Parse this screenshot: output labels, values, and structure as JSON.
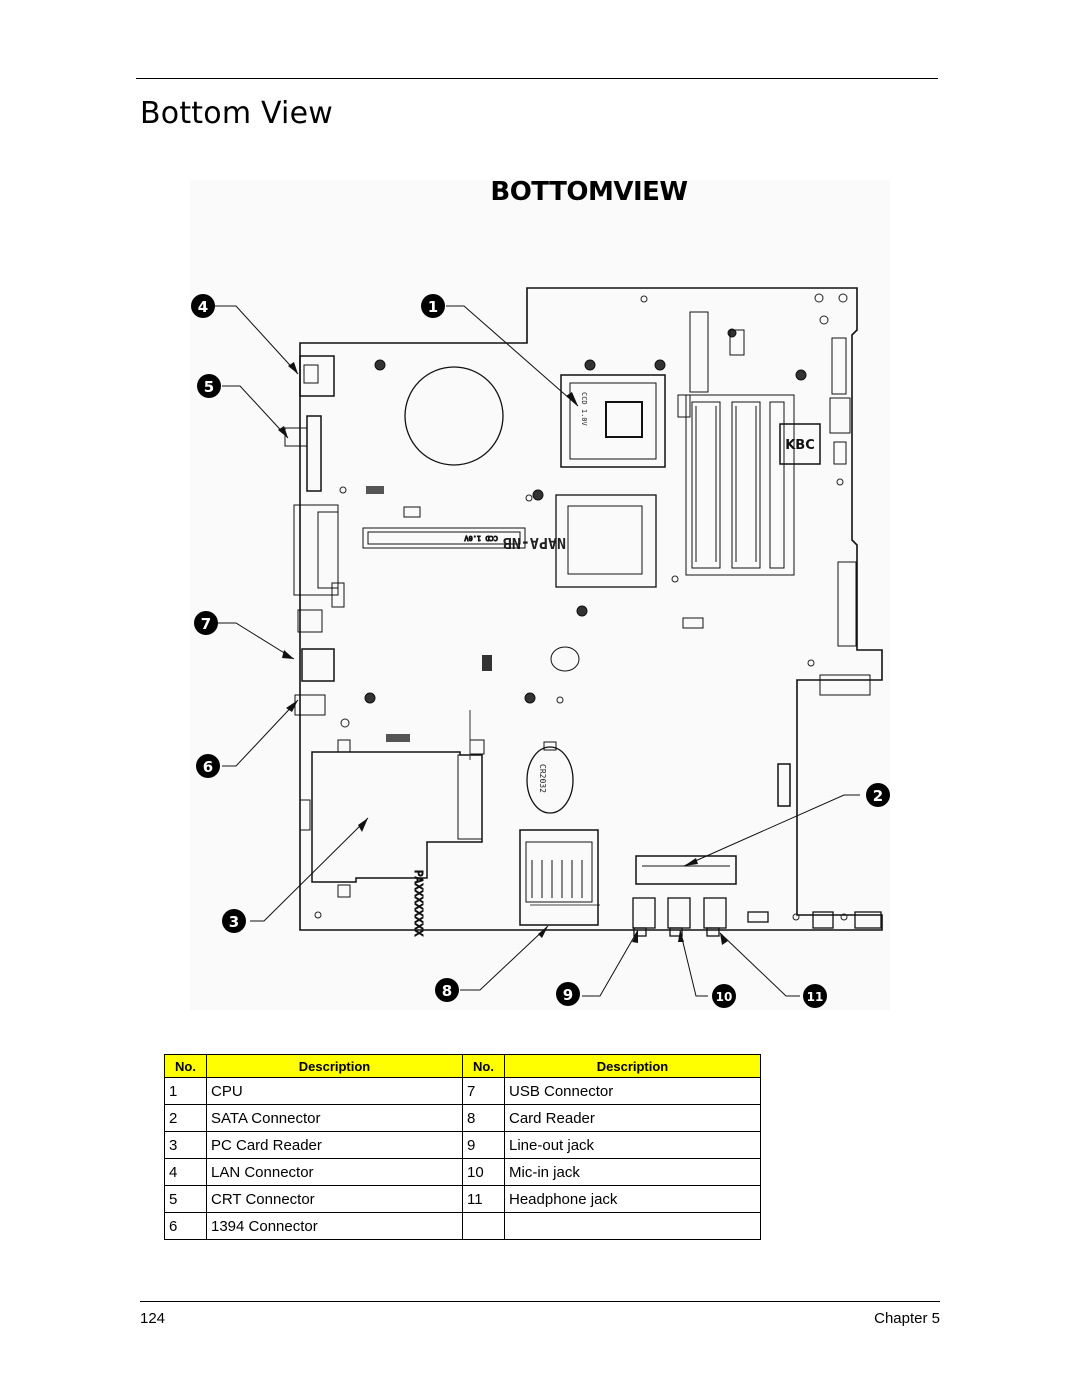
{
  "page": {
    "title": "Bottom View",
    "page_number": "124",
    "chapter": "Chapter 5"
  },
  "diagram": {
    "heading": "BOTTOMVIEW",
    "labels": {
      "kbc": "KBC",
      "northbridge": "NAPA-NB",
      "pcmcia": "PAXXXXXXXX",
      "battery": "CR2032"
    },
    "callouts": [
      "1",
      "2",
      "3",
      "4",
      "5",
      "6",
      "7",
      "8",
      "9",
      "10",
      "11"
    ]
  },
  "legend": {
    "headers": [
      "No.",
      "Description",
      "No.",
      "Description"
    ],
    "rows": [
      {
        "no1": "1",
        "desc1": "CPU",
        "no2": "7",
        "desc2": "USB Connector"
      },
      {
        "no1": "2",
        "desc1": "SATA Connector",
        "no2": "8",
        "desc2": "Card Reader"
      },
      {
        "no1": "3",
        "desc1": "PC Card Reader",
        "no2": "9",
        "desc2": "Line-out jack"
      },
      {
        "no1": "4",
        "desc1": "LAN Connector",
        "no2": "10",
        "desc2": "Mic-in jack"
      },
      {
        "no1": "5",
        "desc1": "CRT Connector",
        "no2": "11",
        "desc2": "Headphone jack"
      },
      {
        "no1": "6",
        "desc1": "1394 Connector",
        "no2": "",
        "desc2": ""
      }
    ]
  },
  "colors": {
    "header_fill": "#ffff00",
    "callout_fill": "#000000",
    "board_outline": "#111111"
  }
}
